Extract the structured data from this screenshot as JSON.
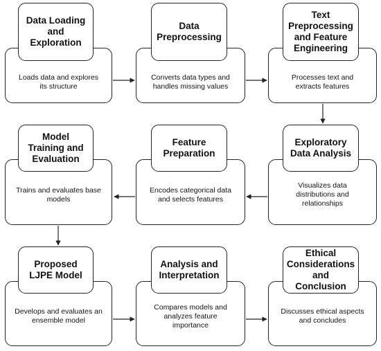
{
  "steps": [
    {
      "title": "Data Loading\nand\nExploration",
      "body": "Loads data and explores\nits structure"
    },
    {
      "title": "Data\nPreprocessing",
      "body": "Converts data types and\nhandles missing values"
    },
    {
      "title": "Text\nPreprocessing\nand Feature\nEngineering",
      "body": "Processes text and\nextracts features"
    },
    {
      "title": "Exploratory\nData Analysis",
      "body": "Visualizes data\ndistributions and\nrelationships"
    },
    {
      "title": "Feature\nPreparation",
      "body": "Encodes categorical data\nand selects features"
    },
    {
      "title": "Model\nTraining and\nEvaluation",
      "body": "Trains and evaluates base\nmodels"
    },
    {
      "title": "Proposed\nLJPE Model",
      "body": "Develops and evaluates an\nensemble model"
    },
    {
      "title": "Analysis and\nInterpretation",
      "body": "Compares models and\nanalyzes feature\nimportance"
    },
    {
      "title": "Ethical\nConsiderations\nand Conclusion",
      "body": "Discusses ethical aspects\nand concludes"
    }
  ],
  "colors": {
    "stroke": "#222222",
    "background": "#ffffff",
    "text": "#111111"
  }
}
